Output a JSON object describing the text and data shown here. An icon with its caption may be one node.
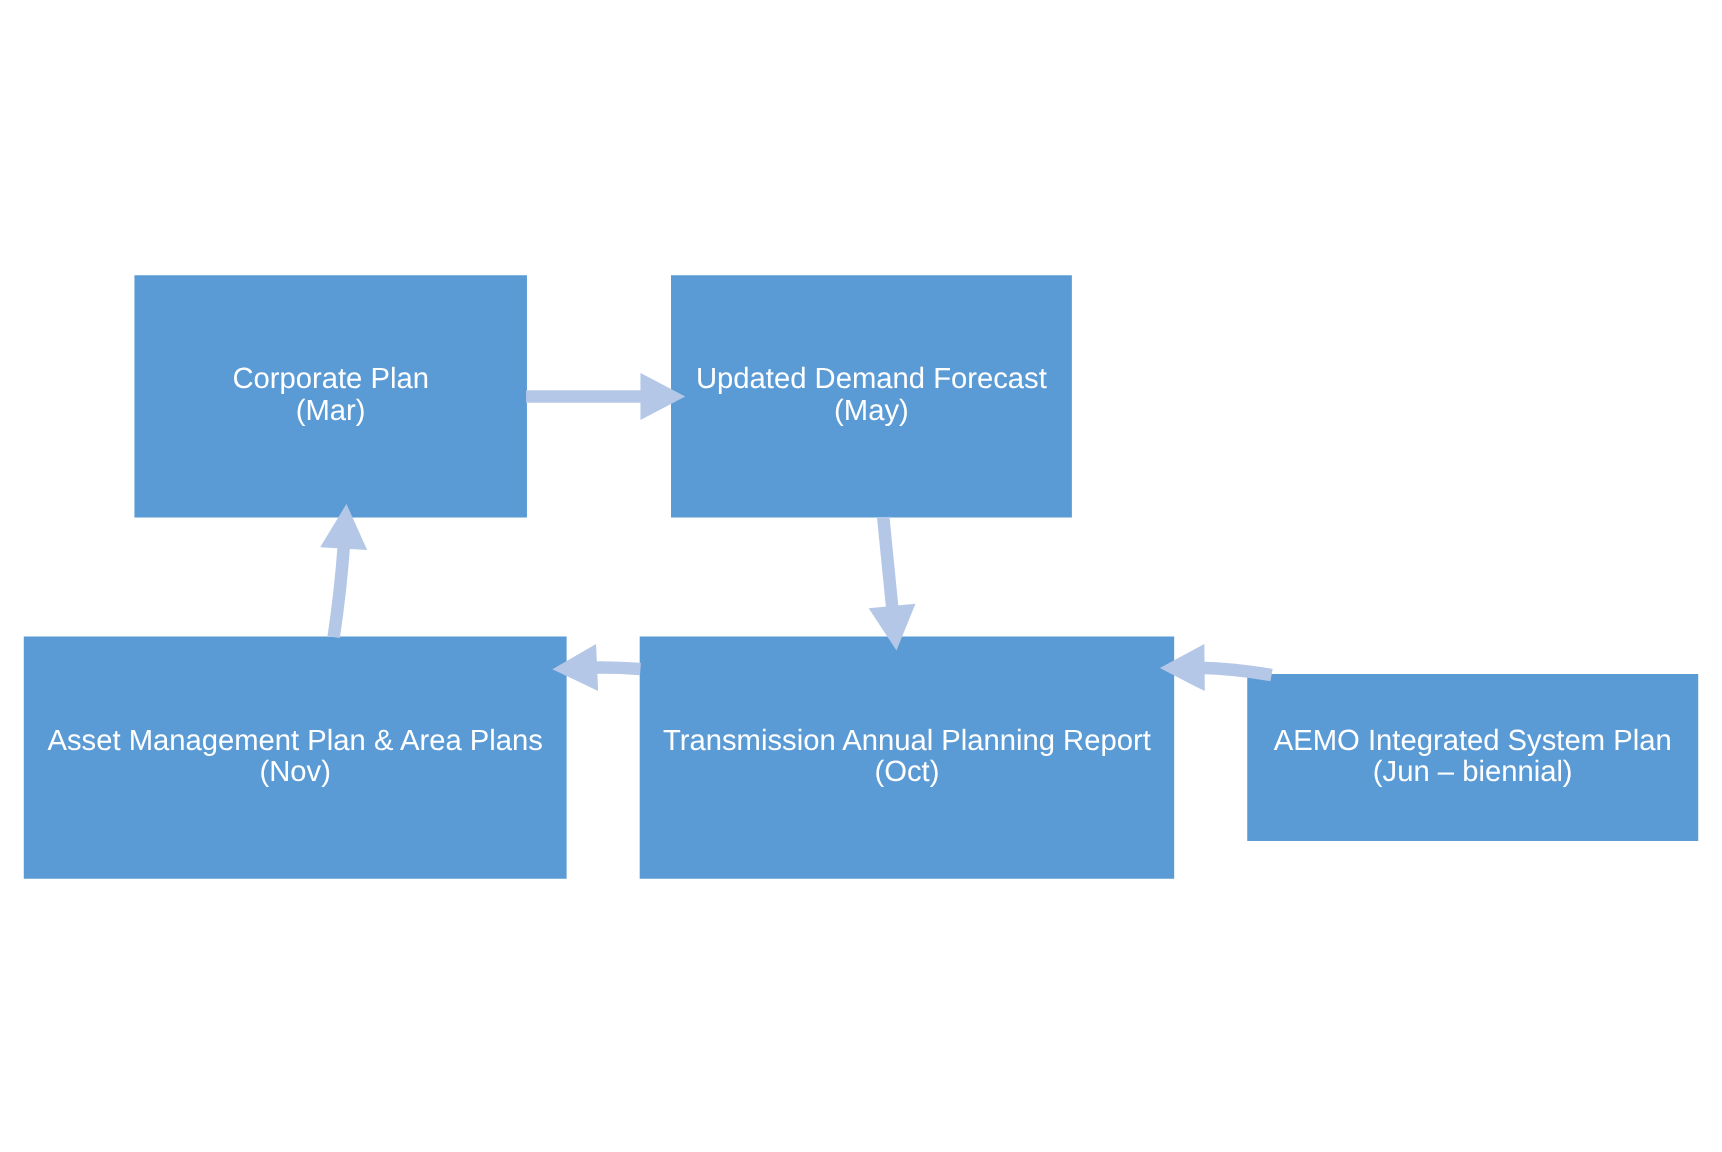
{
  "diagram": {
    "nodes": [
      {
        "text": [
          "Corporate Plan",
          "(Mar)"
        ]
      },
      {
        "text": [
          "Updated Demand Forecast",
          "(May)"
        ]
      },
      {
        "text": [
          "Transmission Annual Planning Report",
          "(Oct)"
        ]
      },
      {
        "text": [
          "Asset Management Plan & Area Plans",
          "(Nov)"
        ]
      },
      {
        "text": [
          "AEMO Integrated System Plan",
          "(Jun – biennial)"
        ]
      }
    ],
    "edges": [
      {
        "from": 0,
        "to": 1,
        "arrow": "to"
      },
      {
        "from": 1,
        "to": 2,
        "arrow": "to"
      },
      {
        "from": 2,
        "to": 3,
        "arrow": "to"
      },
      {
        "from": 3,
        "to": 0,
        "arrow": "to"
      },
      {
        "from": 4,
        "to": 2,
        "arrow": "to"
      }
    ]
  }
}
